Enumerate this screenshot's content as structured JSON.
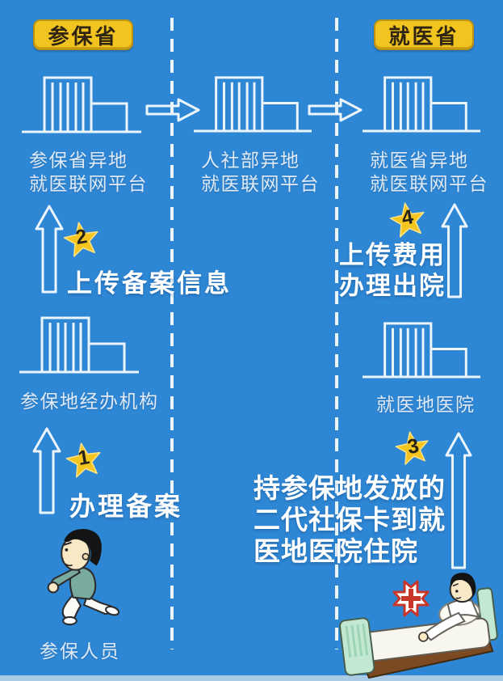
{
  "badges": {
    "left": "参保省",
    "right": "就医省"
  },
  "platforms": [
    {
      "line1": "参保省异地",
      "line2": "就医联网平台"
    },
    {
      "line1": "人社部异地",
      "line2": "就医联网平台"
    },
    {
      "line1": "就医省异地",
      "line2": "就医联网平台"
    }
  ],
  "facilities": {
    "left": "参保地经办机构",
    "right": "就医地医院"
  },
  "actors": {
    "insured_person": "参保人员"
  },
  "steps": {
    "s1": {
      "num": "1",
      "text": "办理备案"
    },
    "s2": {
      "num": "2",
      "text": "上传备案信息"
    },
    "s3": {
      "num": "3",
      "line1": "持参保地发放的",
      "line2": "二代社保卡到就",
      "line3": "医地医院住院"
    },
    "s4": {
      "num": "4",
      "line1": "上传费用",
      "line2": "办理出院"
    }
  },
  "icons": {
    "building": "building-icon",
    "arrow_right": "block-arrow-right-icon",
    "arrow_up": "block-arrow-up-icon",
    "star": "star-badge-icon",
    "runner": "running-person-icon",
    "bed": "hospital-bed-icon",
    "cross": "hospital-cross-icon",
    "divider": "dashed-divider-line"
  },
  "colors": {
    "background": "#2e87d5",
    "badge_yellow": "#f2c41f",
    "badge_text": "#2f2511",
    "star_yellow": "#f5c51f",
    "line_white": "#ecf4fc",
    "step_text_white": "#ffffff",
    "label_white": "#dfeaf6",
    "footer_strip": "#aacbe6",
    "cross_red": "#c9362a",
    "bed_mint": "#c2e8d2",
    "bed_base_brown": "#7c4a22",
    "shirt_teal": "#79aa9e"
  }
}
